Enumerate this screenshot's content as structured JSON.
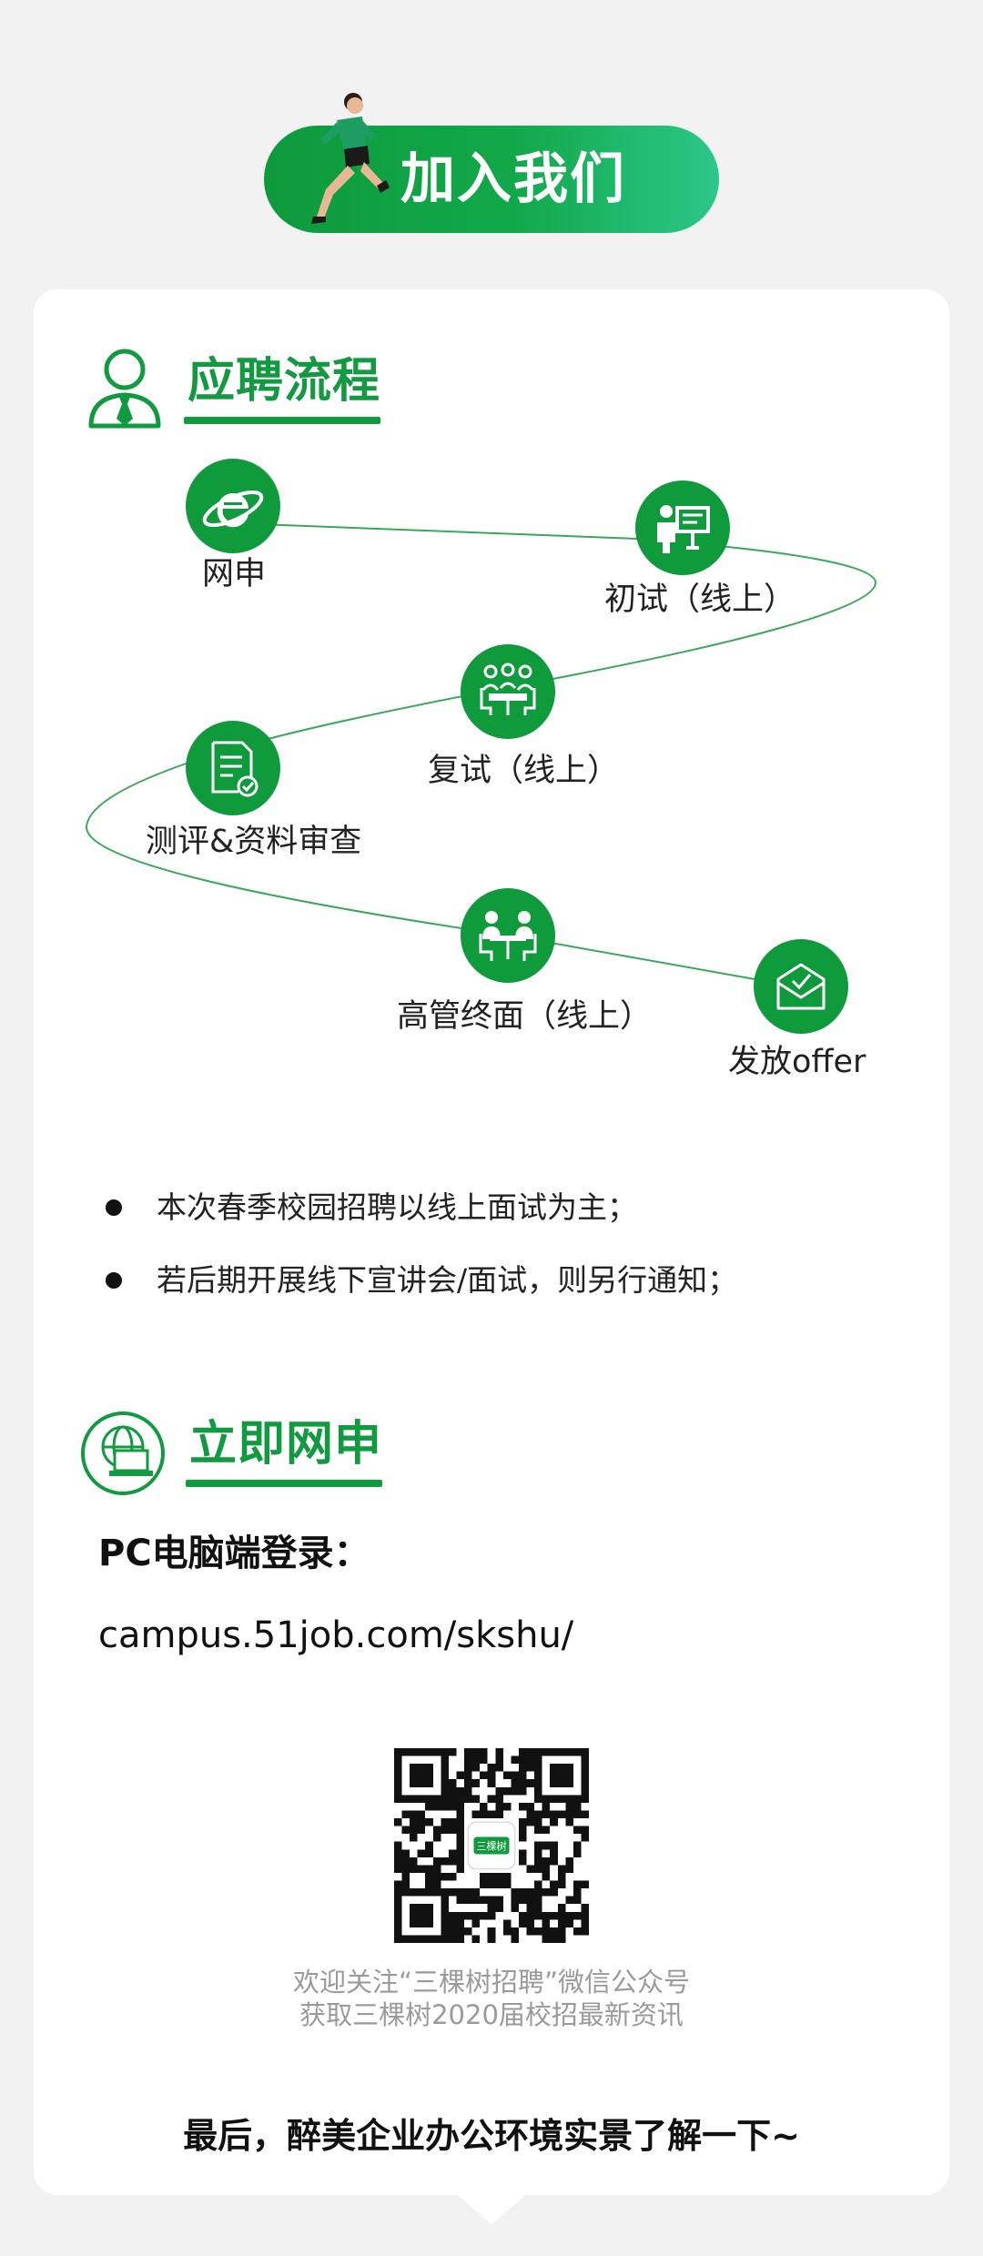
{
  "header": {
    "title": "加入我们"
  },
  "process": {
    "title": "应聘流程",
    "steps": [
      {
        "label": "网申",
        "icon": "ie-browser-icon"
      },
      {
        "label": "初试（线上）",
        "icon": "presentation-icon"
      },
      {
        "label": "复试（线上）",
        "icon": "meeting-icon"
      },
      {
        "label": "测评&资料审查",
        "icon": "document-check-icon"
      },
      {
        "label": "高管终面（线上）",
        "icon": "interview-icon"
      },
      {
        "label": "发放offer",
        "icon": "mail-check-icon"
      }
    ]
  },
  "notes": [
    "本次春季校园招聘以线上面试为主；",
    "若后期开展线下宣讲会/面试，则另行通知；"
  ],
  "apply": {
    "title": "立即网申",
    "pc_label": "PC电脑端登录：",
    "url": "campus.51job.com/skshu/"
  },
  "qr": {
    "center_logo_text": "三棵树",
    "caption_line1": "欢迎关注“三棵树招聘”微信公众号",
    "caption_line2": "获取三棵树2020届校招最新资讯"
  },
  "closing": "最后，醉美企业办公环境实景了解一下~",
  "colors": {
    "brand_green": "#0f9a3c",
    "accent_green": "#2cc78a",
    "background": "#f2f2f2"
  }
}
